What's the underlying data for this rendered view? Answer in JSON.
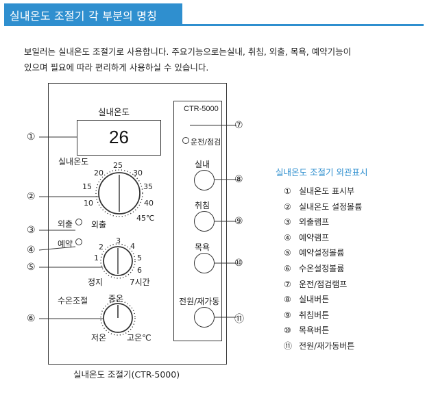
{
  "header": {
    "title": "실내온도 조절기 각 부분의 명칭"
  },
  "intro": {
    "line1": "보일러는 실내온도 조절기로 사용합니다.  주요기능으로는실내, 취침, 외출, 목욕, 예약기능이",
    "line2": "있으며 필요에 따라 편리하게 사용하실 수 있습니다."
  },
  "device": {
    "model": "CTR-5000",
    "display_label": "실내온도",
    "display_value": "26",
    "dial_label": "실내온도",
    "temp_scale": [
      "10",
      "15",
      "20",
      "25",
      "30",
      "35",
      "40",
      "45℃"
    ],
    "out_lamp_label": "외출",
    "out_mode_label": "외출",
    "reserve_lamp_label": "예약",
    "timer_scale": [
      "1",
      "2",
      "3",
      "4",
      "5",
      "6"
    ],
    "timer_stop": "정지",
    "timer_end": "7시간",
    "water_label": "수온조절",
    "water_mid": "중온",
    "water_low": "저온",
    "water_high": "고온℃",
    "run_lamp_label": "운전/점검",
    "buttons": [
      "실내",
      "취침",
      "목욕",
      "전원/재가동"
    ],
    "callouts": [
      "①",
      "②",
      "③",
      "④",
      "⑤",
      "⑥",
      "⑦",
      "⑧",
      "⑨",
      "⑩",
      "⑪"
    ]
  },
  "caption": "실내온도 조절기(CTR-5000)",
  "legend": {
    "title": "실내온도 조절기 외관표시",
    "items": [
      {
        "num": "①",
        "text": "실내온도 표시부"
      },
      {
        "num": "②",
        "text": "실내온도 설정볼륨"
      },
      {
        "num": "③",
        "text": "외출램프"
      },
      {
        "num": "④",
        "text": "예약램프"
      },
      {
        "num": "⑤",
        "text": "예약설정볼륨"
      },
      {
        "num": "⑥",
        "text": "수온설정볼륨"
      },
      {
        "num": "⑦",
        "text": "운전/점검램프"
      },
      {
        "num": "⑧",
        "text": "실내버튼"
      },
      {
        "num": "⑨",
        "text": "취침버튼"
      },
      {
        "num": "⑩",
        "text": "목욕버튼"
      },
      {
        "num": "⑪",
        "text": "전원/재가동버튼"
      }
    ]
  },
  "colors": {
    "accent": "#2f8fcf",
    "line": "#333333"
  }
}
